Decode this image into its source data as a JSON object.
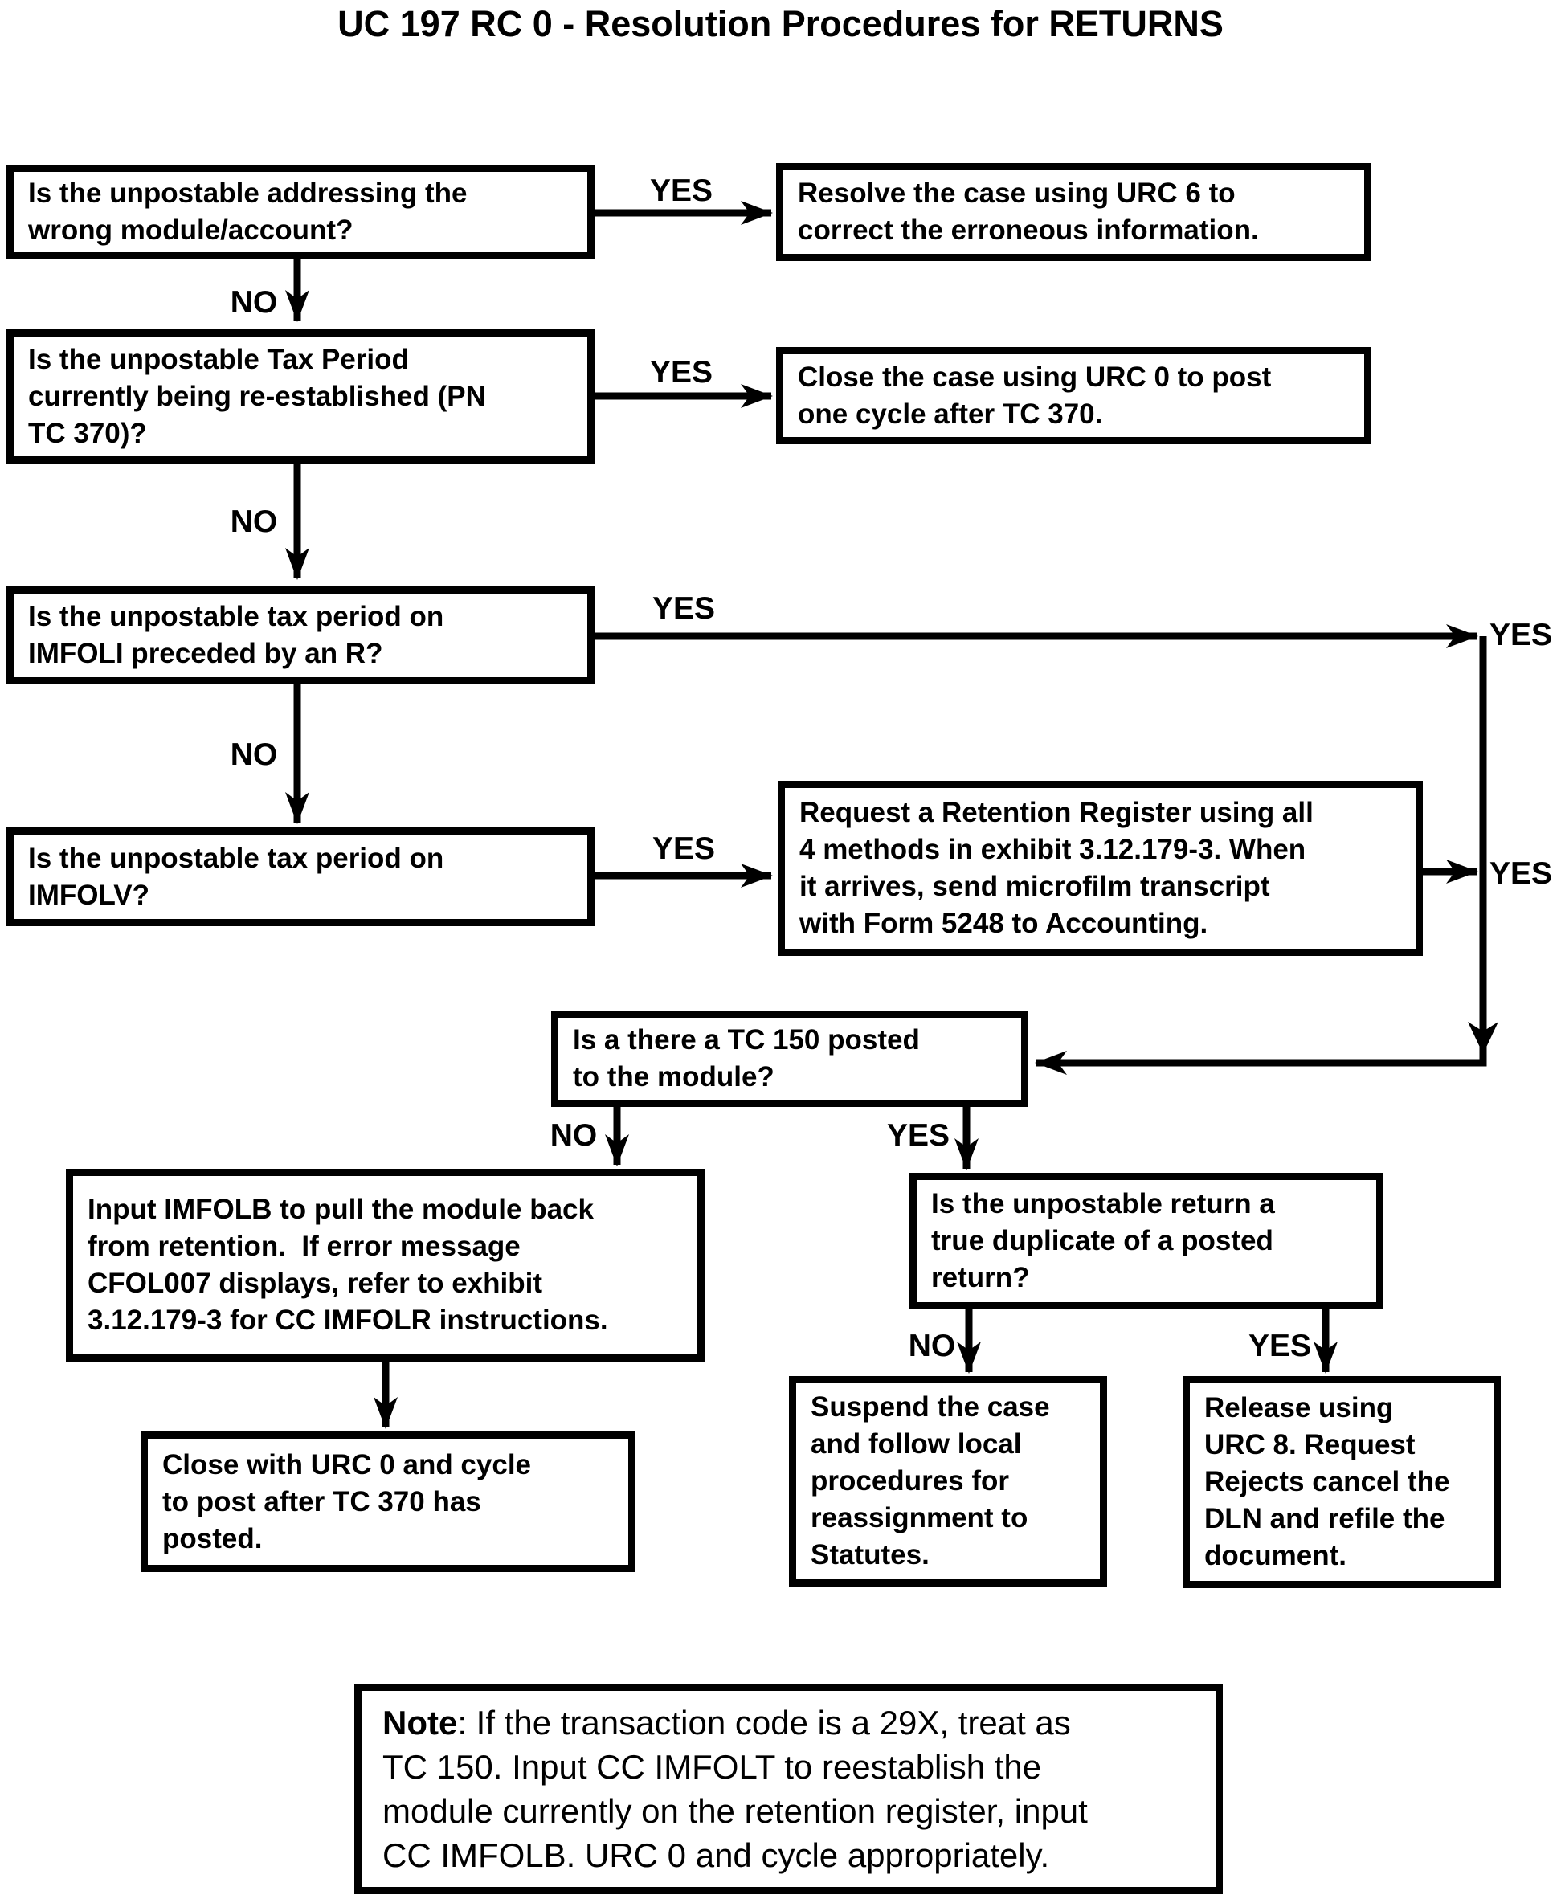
{
  "title": "UC 197 RC 0 - Resolution Procedures for RETURNS",
  "colors": {
    "ink": "#000000",
    "paper": "#ffffff"
  },
  "diagram": {
    "type": "flowchart",
    "nodes": {
      "q_wrong_module": {
        "kind": "question",
        "text": "Is the unpostable addressing the\nwrong module/account?"
      },
      "a_urc6": {
        "kind": "action",
        "text": "Resolve the case using URC 6 to\ncorrect the erroneous information."
      },
      "q_tax_period_370": {
        "kind": "question",
        "text": "Is the unpostable Tax Period\ncurrently being re-established (PN\nTC 370)?"
      },
      "a_urc0_cycle": {
        "kind": "action",
        "text": "Close the case using URC 0 to post\none cycle after TC 370."
      },
      "q_imfoli_r": {
        "kind": "question",
        "text": "Is the unpostable tax period on\nIMFOLI preceded by an R?"
      },
      "q_imfolv": {
        "kind": "question",
        "text": "Is the unpostable tax period on\nIMFOLV?"
      },
      "a_retention": {
        "kind": "action",
        "text": "Request a Retention Register using all\n4 methods in exhibit 3.12.179-3. When\nit arrives, send microfilm transcript\nwith Form 5248 to Accounting."
      },
      "q_tc150": {
        "kind": "question",
        "text": "Is a there a TC 150 posted\nto the module?"
      },
      "a_imfolb": {
        "kind": "action",
        "text": "Input IMFOLB to pull the module back\nfrom retention.  If error message\nCFOL007 displays, refer to exhibit\n3.12.179-3 for CC IMFOLR instructions."
      },
      "a_close_urc0": {
        "kind": "action",
        "text": "Close with URC 0 and cycle\nto post after TC 370 has\nposted."
      },
      "q_duplicate": {
        "kind": "question",
        "text": "Is the unpostable return a\ntrue duplicate of a posted\nreturn?"
      },
      "a_suspend": {
        "kind": "action",
        "text": "Suspend the case\nand follow local\nprocedures for\nreassignment to\nStatutes."
      },
      "a_urc8": {
        "kind": "action",
        "text": "Release using\nURC 8. Request\nRejects cancel the\nDLN and refile the\ndocument."
      }
    },
    "edges": [
      {
        "from": "q_wrong_module",
        "to": "a_urc6",
        "label": "YES"
      },
      {
        "from": "q_wrong_module",
        "to": "q_tax_period_370",
        "label": "NO"
      },
      {
        "from": "q_tax_period_370",
        "to": "a_urc0_cycle",
        "label": "YES"
      },
      {
        "from": "q_tax_period_370",
        "to": "q_imfoli_r",
        "label": "NO"
      },
      {
        "from": "q_imfoli_r",
        "to": "q_tc150",
        "label": "YES"
      },
      {
        "from": "q_imfoli_r",
        "to": "q_imfolv",
        "label": "NO"
      },
      {
        "from": "q_imfolv",
        "to": "a_retention",
        "label": "YES"
      },
      {
        "from": "a_retention",
        "to": "q_tc150",
        "label": "YES"
      },
      {
        "from": "q_tc150",
        "to": "a_imfolb",
        "label": "NO"
      },
      {
        "from": "q_tc150",
        "to": "q_duplicate",
        "label": "YES"
      },
      {
        "from": "a_imfolb",
        "to": "a_close_urc0",
        "label": ""
      },
      {
        "from": "q_duplicate",
        "to": "a_suspend",
        "label": "NO"
      },
      {
        "from": "q_duplicate",
        "to": "a_urc8",
        "label": "YES"
      }
    ],
    "note": {
      "label": "Note",
      "body": ": If the transaction code is a 29X, treat as\nTC 150. Input CC IMFOLT to reestablish the\nmodule currently on the retention register, input\nCC IMFOLB. URC 0 and cycle appropriately."
    }
  }
}
